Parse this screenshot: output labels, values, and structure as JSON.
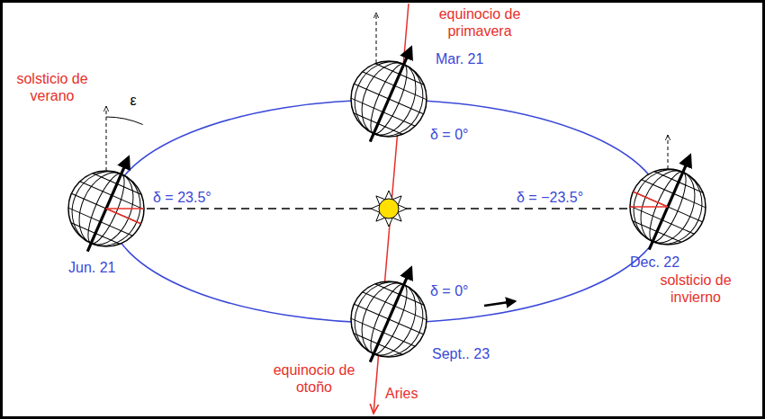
{
  "diagram": {
    "labels": [
      "equinocio de primavera",
      "Mar. 21",
      "solsticio de verano",
      "ε",
      "δ = 23.5°",
      "δ = 0°",
      "δ = −23.5°",
      "Jun. 21",
      "δ = 0°",
      "Sept.. 23",
      "Dec. 22",
      "solsticio de invierno",
      "equinocio de otoño",
      "Aries"
    ]
  }
}
